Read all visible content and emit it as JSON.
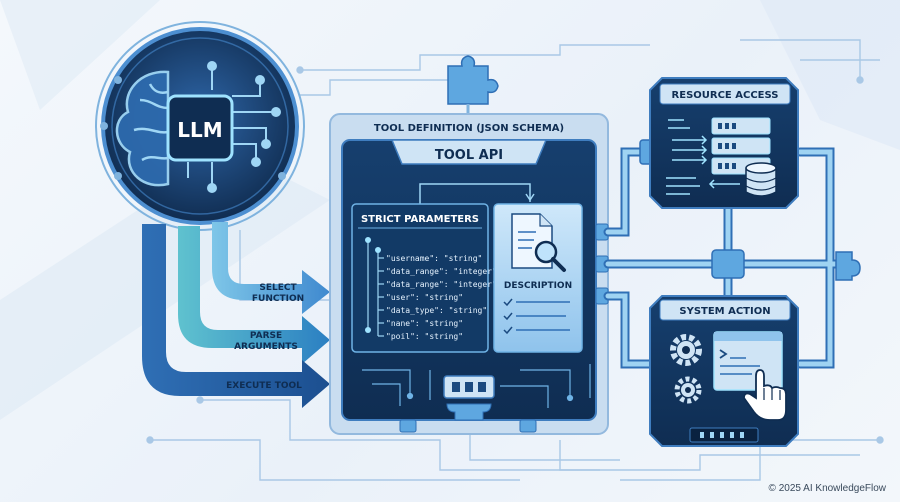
{
  "llm": {
    "label": "LLM"
  },
  "flow_steps": [
    {
      "line1": "SELECT",
      "line2": "FUNCTION"
    },
    {
      "line1": "PARSE",
      "line2": "ARGUMENTS"
    },
    {
      "line1": "EXECUTE TOOL",
      "line2": ""
    }
  ],
  "tool": {
    "definition_title": "TOOL DEFINITION (JSON SCHEMA)",
    "api_title": "TOOL API",
    "params_title": "STRICT PARAMETERS",
    "params": [
      "\"username\": \"string\"",
      "\"data_range\": \"integer\"",
      "\"data_range\": \"integer\"",
      "\"user\": \"string\"",
      "\"data_type\": \"string\"",
      "\"nane\": \"string\"",
      "\"poil\": \"string\""
    ],
    "description_title": "DESCRIPTION"
  },
  "resource_access": {
    "title": "RESOURCE ACCESS"
  },
  "system_action": {
    "title": "SYSTEM ACTION"
  },
  "footer": {
    "copyright": "© 2025 AI KnowledgeFlow"
  },
  "colors": {
    "navy": "#0f2d52",
    "deep_blue": "#1b4a80",
    "mid_blue": "#2f6fb5",
    "sky": "#6fb3e6",
    "teal": "#5bc4d4",
    "panel_light": "#cfe4f5",
    "accent_cyan": "#9fe3ff"
  }
}
